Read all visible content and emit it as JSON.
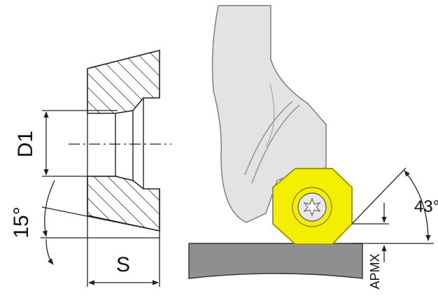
{
  "labels": {
    "d1": "D1",
    "angle_15": "15°",
    "s": "S",
    "apmx": "APMX",
    "angle_43": "43°"
  },
  "colors": {
    "insert_fill": "#f4ee00",
    "insert_edge": "#9e9a00",
    "holder_fill": "#e3e3e3",
    "workpiece_fill": "#8f8f8f",
    "line": "#222222",
    "hatch": "#333333"
  },
  "icons": {
    "insert_screw": "torx-screw-icon"
  }
}
